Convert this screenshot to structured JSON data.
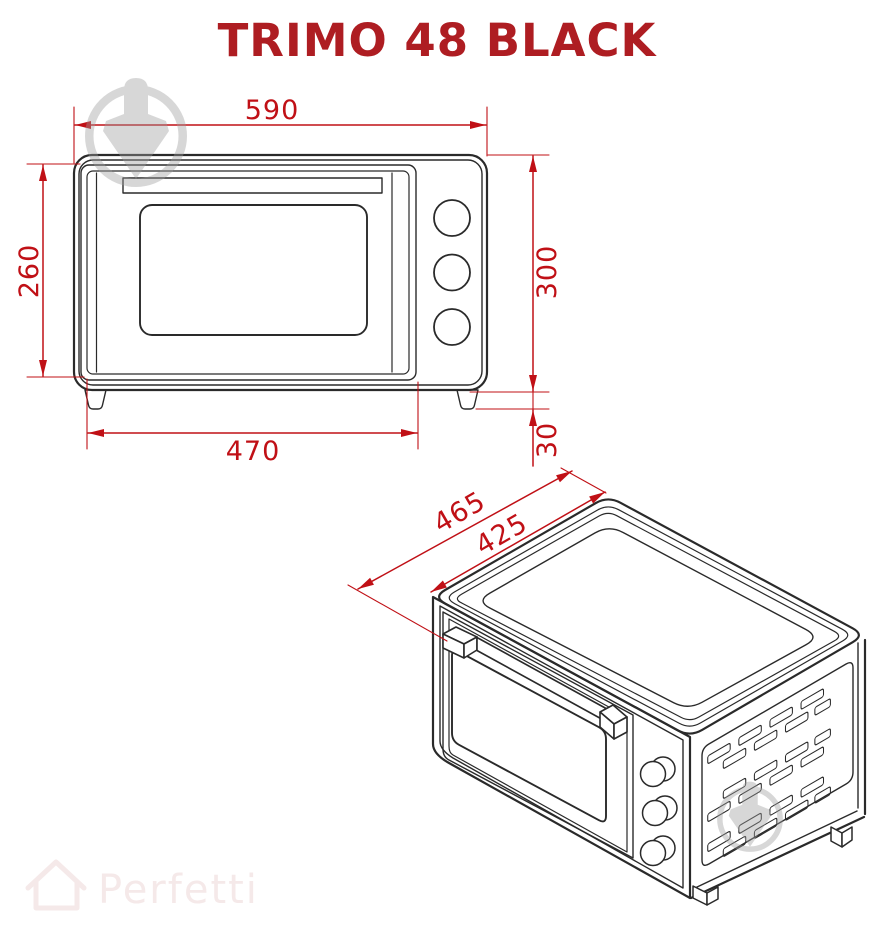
{
  "title": {
    "text": "TRIMO 48 BLACK"
  },
  "colors": {
    "title_red": "#ae1d22",
    "dimension_red": "#c01016",
    "line_black": "#2a2a2a",
    "watermark_gray": "#9e9e9e",
    "brand_watermark_pink": "#f5e9e9"
  },
  "front_view": {
    "dims": {
      "top_width_mm": "590",
      "door_height_mm": "260",
      "overall_height_mm": "300",
      "door_width_mm": "470",
      "feet_height_mm": "30"
    }
  },
  "iso_view": {
    "dims": {
      "overall_depth_mm": "465",
      "body_depth_mm": "425"
    }
  },
  "watermarks": {
    "brand_text": "Perfetti"
  }
}
